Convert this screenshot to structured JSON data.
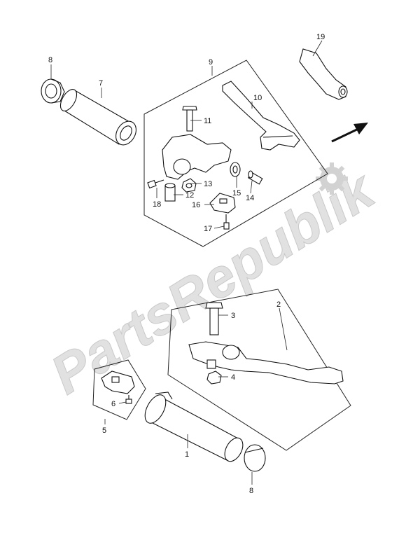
{
  "watermark": {
    "text": "PartsRepublik"
  },
  "colors": {
    "line": "#111111",
    "watermark": "#d7d7d7",
    "background": "#ffffff"
  },
  "callouts": {
    "c1": "1",
    "c2": "2",
    "c3": "3",
    "c4": "4",
    "c5": "5",
    "c6": "6",
    "c7": "7",
    "c8_top": "8",
    "c8_bottom": "8",
    "c9": "9",
    "c10": "10",
    "c11": "11",
    "c12": "12",
    "c13": "13",
    "c14": "14",
    "c15": "15",
    "c16": "16",
    "c17": "17",
    "c18": "18",
    "c19": "19"
  },
  "icons": {
    "direction": "arrow-icon",
    "gear": "gear-icon"
  }
}
